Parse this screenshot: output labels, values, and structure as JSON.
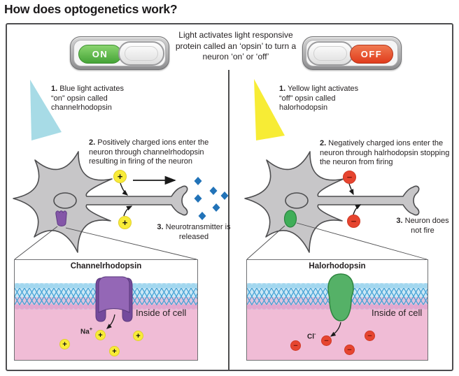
{
  "title": "How does optogenetics work?",
  "intro": {
    "text": "Light activates light responsive protein called an ‘opsin’ to turn a neuron ‘on’ or ‘off’",
    "toggle_on": "ON",
    "toggle_off": "OFF"
  },
  "left_panel": {
    "light_name": "blue-light-beam",
    "step1": {
      "num": "1.",
      "text": " Blue light activates “on” opsin called channelrhodopsin"
    },
    "step2": {
      "num": "2.",
      "text": " Positively charged ions enter the neuron through channelrhodopsin resulting in firing of the neuron"
    },
    "step3": {
      "num": "3.",
      "text": " Neurotransmitter is released"
    },
    "ion_symbol": "+",
    "inset": {
      "title": "Channelrhodopsin",
      "inside_label": "Inside of cell",
      "ion_name": "Na",
      "ion_charge": "+"
    }
  },
  "right_panel": {
    "light_name": "yellow-light-beam",
    "step1": {
      "num": "1.",
      "text": " Yellow light activates “off” opsin called halorhodopsin"
    },
    "step2": {
      "num": "2.",
      "text": " Negatively charged ions enter the neuron through halrhodopsin stopping the neuron from firing"
    },
    "step3": {
      "num": "3.",
      "text": " Neuron does not fire"
    },
    "ion_symbol": "−",
    "inset": {
      "title": "Halorhodopsin",
      "inside_label": "Inside of cell",
      "ion_name": "Cl",
      "ion_charge": "-"
    }
  },
  "colors": {
    "toggle_on_green": "#4aa83e",
    "toggle_off_red": "#e03c1d",
    "blue_light": "#a7dbe6",
    "yellow_light": "#f7ec35",
    "channelrhodopsin_purple": "#8456a8",
    "halorhodopsin_green": "#55b167",
    "neurotransmitter_blue": "#2273b8",
    "positive_ion_yellow": "#f8ec38",
    "negative_ion_red": "#e64530",
    "neuron_gray": "#c7c6c8",
    "cytoplasm_pink": "#f0bcd6",
    "membrane_blue": "#a2d7ef"
  }
}
